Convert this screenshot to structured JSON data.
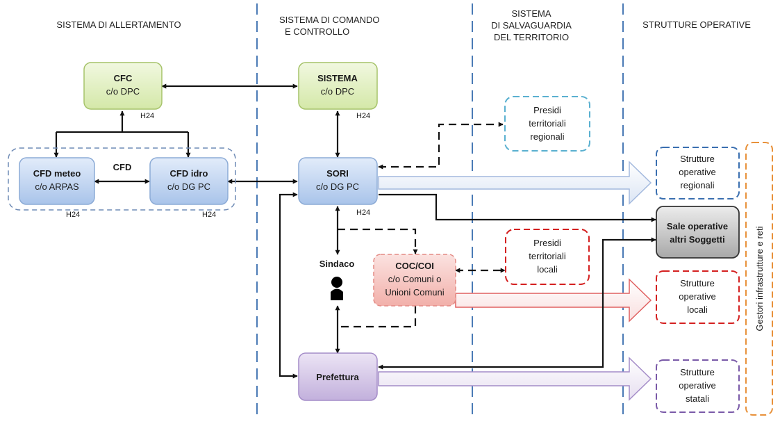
{
  "columns": {
    "allertamento": "SISTEMA DI ALLERTAMENTO",
    "comando_l1": "SISTEMA DI COMANDO",
    "comando_l2": "E CONTROLLO",
    "salvaguardia_l1": "SISTEMA",
    "salvaguardia_l2": "DI SALVAGUARDIA",
    "salvaguardia_l3": "DEL TERRITORIO",
    "strutture": "STRUTTURE OPERATIVE"
  },
  "nodes": {
    "cfc": {
      "title": "CFC",
      "sub": "c/o DPC",
      "tag": "H24"
    },
    "sistema": {
      "title": "SISTEMA",
      "sub": "c/o DPC",
      "tag": "H24"
    },
    "cfd_group": {
      "label": "CFD"
    },
    "cfd_meteo": {
      "title": "CFD meteo",
      "sub": "c/o ARPAS",
      "tag": "H24"
    },
    "cfd_idro": {
      "title": "CFD idro",
      "sub": "c/o DG PC",
      "tag": "H24"
    },
    "sori": {
      "title": "SORI",
      "sub": "c/o DG PC",
      "tag": "H24"
    },
    "sindaco": {
      "label": "Sindaco"
    },
    "coc": {
      "title": "COC/COI",
      "l2": "c/o Comuni o",
      "l3": "Unioni Comuni"
    },
    "prefettura": {
      "title": "Prefettura"
    },
    "presidi_reg": {
      "l1": "Presidi",
      "l2": "territoriali",
      "l3": "regionali"
    },
    "presidi_loc": {
      "l1": "Presidi",
      "l2": "territoriali",
      "l3": "locali"
    },
    "strutt_reg": {
      "l1": "Strutture",
      "l2": "operative",
      "l3": "regionali"
    },
    "sale": {
      "l1": "Sale operative",
      "l2": "altri Soggetti"
    },
    "strutt_loc": {
      "l1": "Strutture",
      "l2": "operative",
      "l3": "locali"
    },
    "strutt_stat": {
      "l1": "Strutture",
      "l2": "operative",
      "l3": "statali"
    },
    "gestori": {
      "label": "Gestori infrastrutture e reti"
    }
  },
  "colors": {
    "column_divider": "#4a7ab5",
    "green_fill": "#e4f1c8",
    "green_stroke": "#a6c36a",
    "blue_fill": "#c9dcf3",
    "blue_stroke": "#8cabd6",
    "red_fill": "#f7cfcc",
    "red_stroke": "#e38a84",
    "purple_fill": "#dcd0ea",
    "purple_stroke": "#a48cc8",
    "gray_fill": "#c8c8c8",
    "presidi_reg_dash": "#5ab0d0",
    "presidi_loc_dash": "#d42020",
    "strutt_reg_dash": "#3a6fb0",
    "strutt_loc_dash": "#d42020",
    "strutt_stat_dash": "#7a5aa8",
    "gestori_dash": "#e8913a",
    "arrow_blue": "#a3b9de",
    "arrow_red": "#e06060",
    "arrow_purple": "#a48cc8"
  }
}
